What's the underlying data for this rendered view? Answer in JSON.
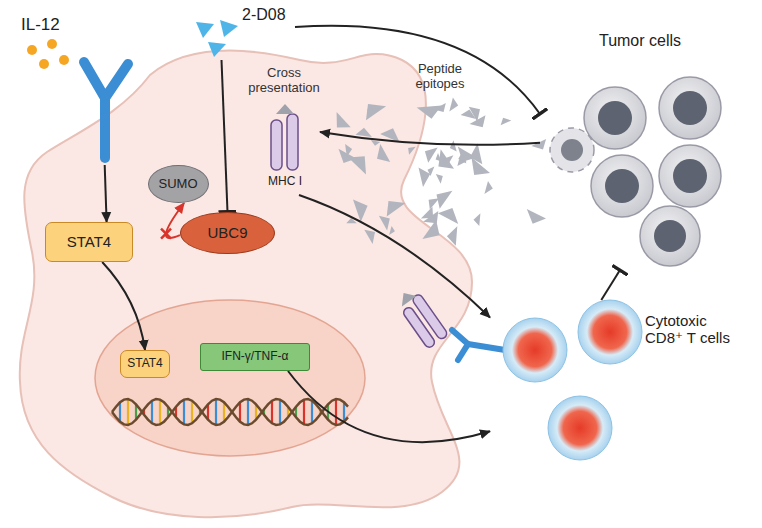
{
  "diagram": {
    "nodes": [
      {
        "text": [
          "IL-12"
        ]
      },
      {
        "text": [
          "2-D08"
        ]
      },
      {
        "text": [
          "SUMO"
        ]
      },
      {
        "text": [
          "STAT4"
        ]
      },
      {
        "text": [
          "UBC9"
        ]
      },
      {
        "text": [
          "MHC I"
        ]
      },
      {
        "text": [
          "STAT4"
        ]
      },
      {
        "text": [
          "IFN-γ/TNF-α"
        ]
      },
      {
        "text": [
          "Tumor cells"
        ]
      },
      {
        "text": [
          "Cytotoxic CD8⁺ T cells"
        ]
      }
    ],
    "edges": [
      {
        "from": 0,
        "to": 3,
        "arrow": "to"
      },
      {
        "from": 4,
        "to": 2,
        "arrow": "to"
      },
      {
        "from": 1,
        "to": 4,
        "arrow": "to"
      },
      {
        "from": 1,
        "to": 8,
        "arrow": "to"
      },
      {
        "from": 3,
        "to": 6,
        "arrow": "to"
      },
      {
        "from": 8,
        "to": 5,
        "arrow": "to"
      },
      {
        "from": 5,
        "to": 9,
        "arrow": "to"
      },
      {
        "from": 7,
        "to": 9,
        "arrow": "to"
      },
      {
        "from": 9,
        "to": 8,
        "arrow": "to"
      }
    ],
    "labels": [
      "Cross presentation",
      "Peptide epitopes"
    ]
  }
}
